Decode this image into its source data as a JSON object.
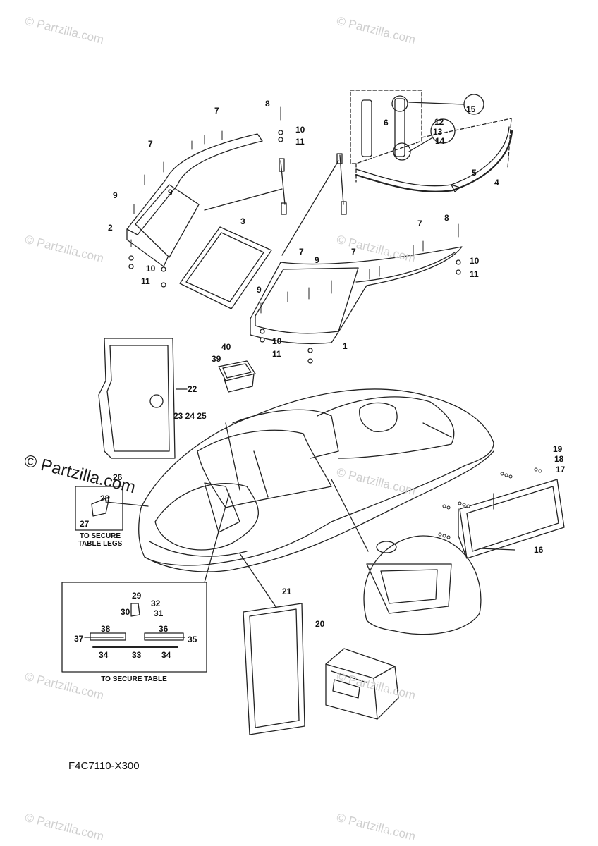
{
  "watermarks": [
    "© Partzilla.com",
    "© Partzilla.com",
    "© Partzilla.com",
    "© Partzilla.com",
    "© Partzilla.com",
    "© Partzilla.com",
    "© Partzilla.com",
    "© Partzilla.com",
    "© Partzilla.com"
  ],
  "watermark_main": "© Partzilla.com",
  "figure_code": "F4C7110-X300",
  "captions": {
    "table_legs": [
      "TO SECURE",
      "TABLE LEGS"
    ],
    "secure_table": "TO SECURE TABLE"
  },
  "part_labels": [
    "7",
    "8",
    "10",
    "11",
    "7",
    "9",
    "9",
    "2",
    "3",
    "10",
    "11",
    "15",
    "6",
    "12",
    "13",
    "14",
    "5",
    "4",
    "7",
    "8",
    "7",
    "7",
    "9",
    "10",
    "11",
    "9",
    "10",
    "11",
    "1",
    "40",
    "39",
    "22",
    "23 24 25",
    "26",
    "28",
    "27",
    "19",
    "18",
    "17",
    "16",
    "21",
    "29",
    "32",
    "30",
    "31",
    "38",
    "36",
    "37",
    "35",
    "34",
    "33",
    "34",
    "20"
  ]
}
